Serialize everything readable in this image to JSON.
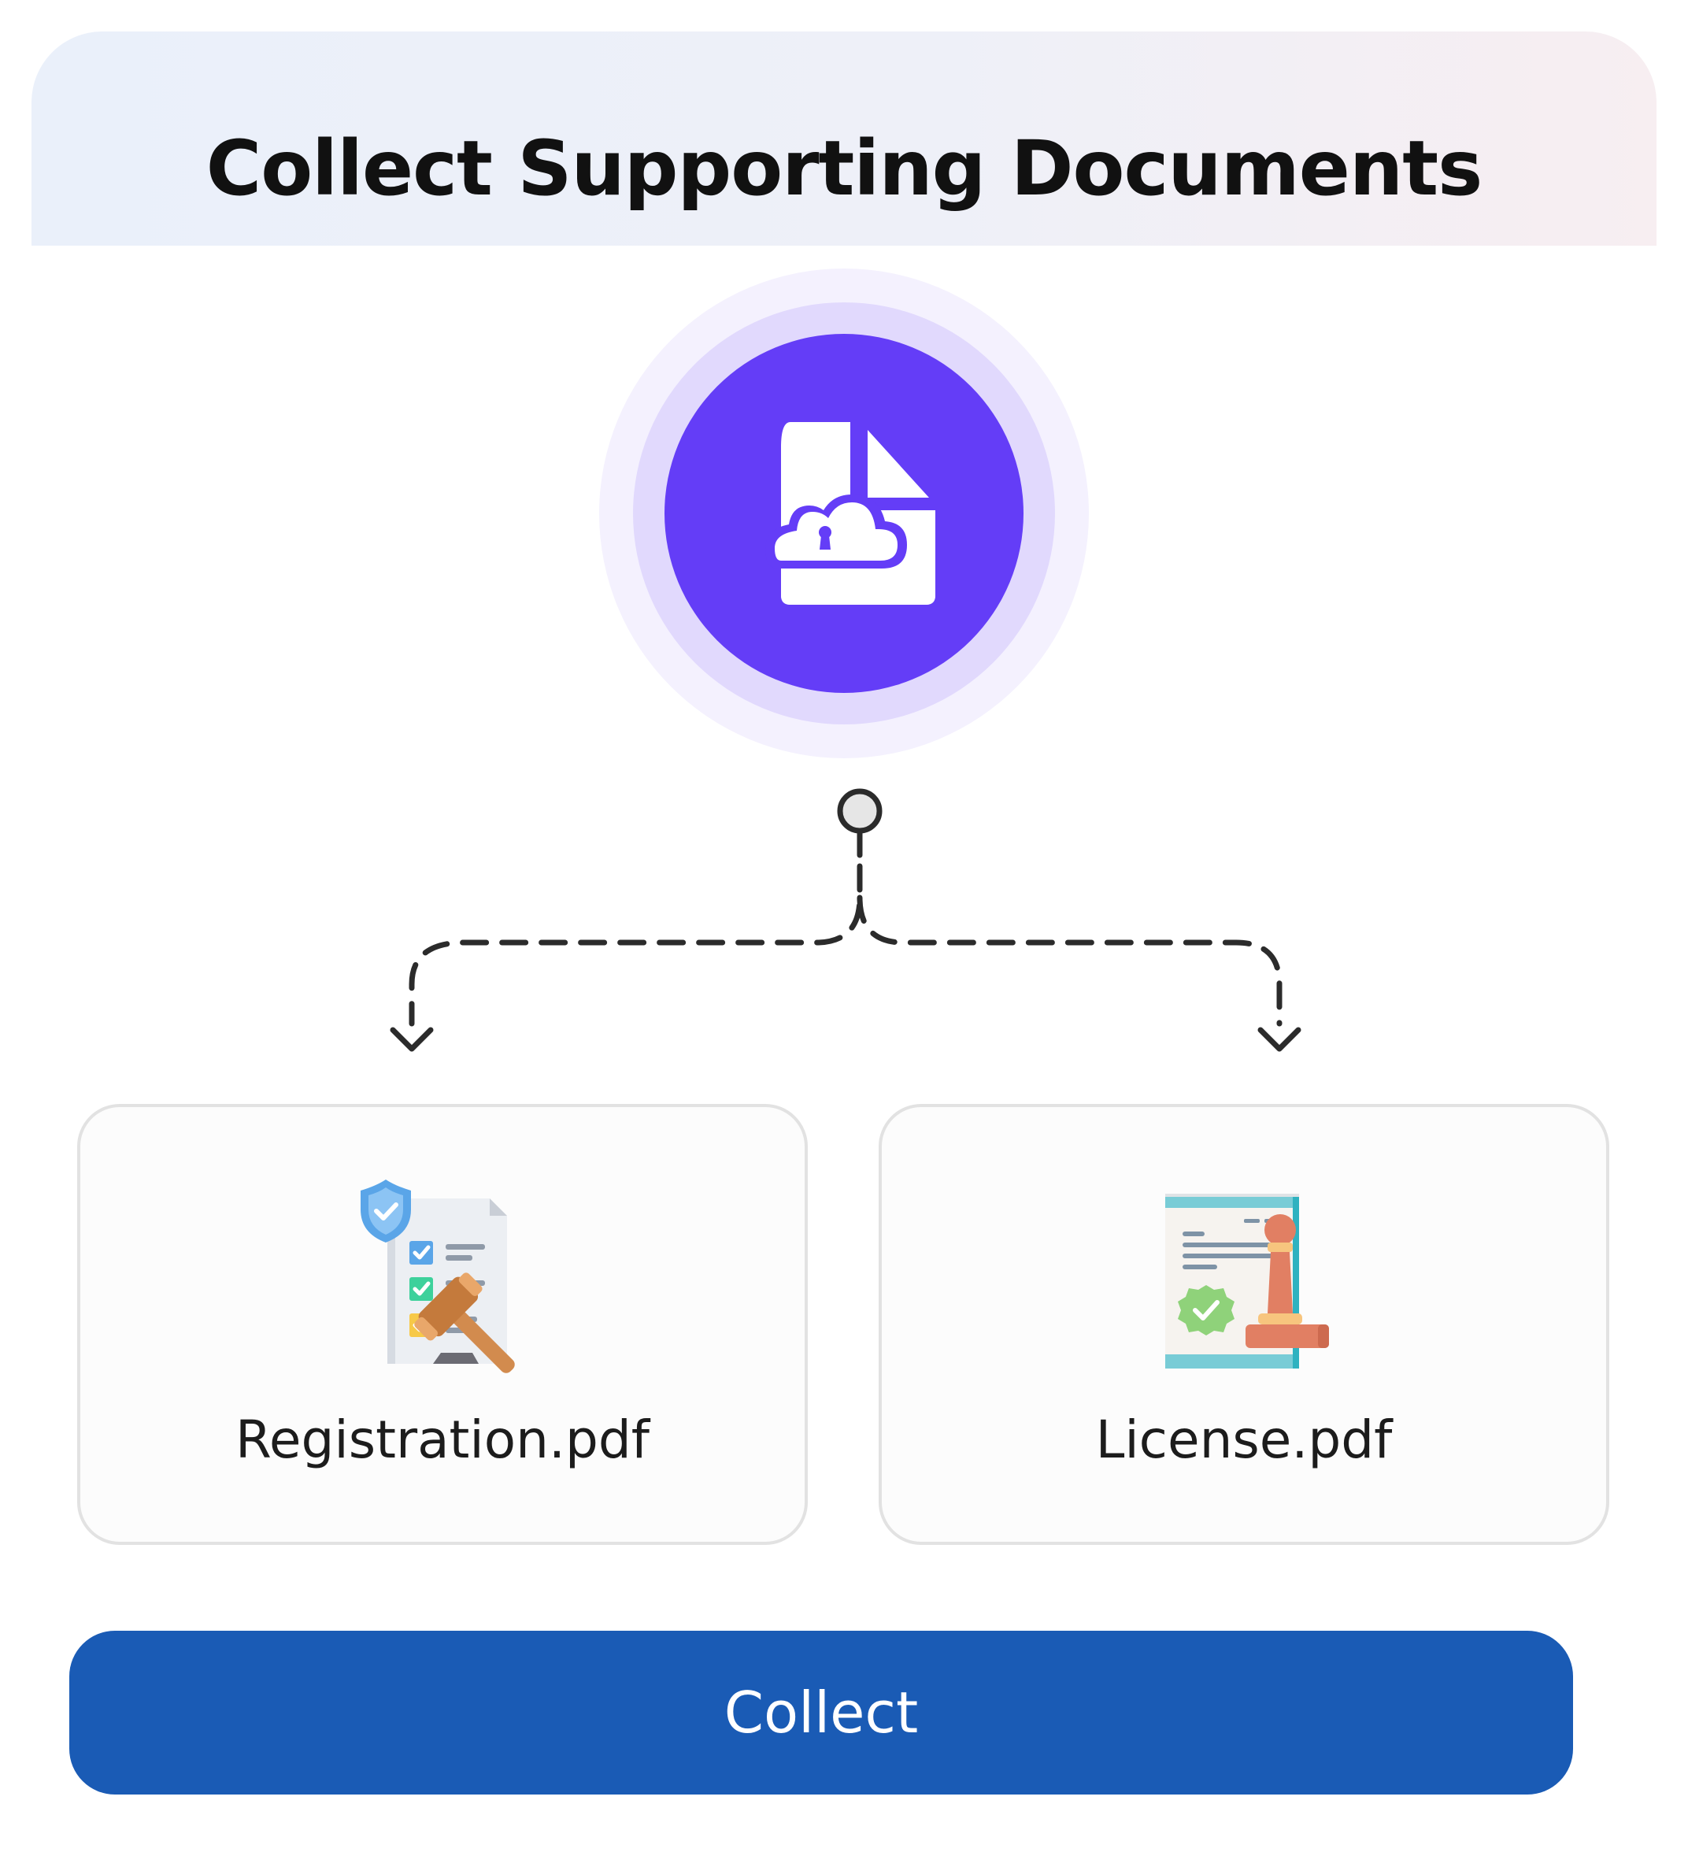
{
  "header": {
    "title": "Collect Supporting Documents"
  },
  "hero": {
    "icon": "cloud-lock-document-icon",
    "accent_color": "#643df7",
    "ring_inner_color": "#e1d9fd",
    "ring_outer_color": "#f4f1fe"
  },
  "connector": {
    "icon": "branch-arrows-icon",
    "color": "#2b2b2b"
  },
  "documents": [
    {
      "name": "Registration.pdf",
      "icon": "legal-checklist-gavel-icon"
    },
    {
      "name": "License.pdf",
      "icon": "certificate-stamp-icon"
    }
  ],
  "actions": {
    "collect_label": "Collect",
    "button_color": "#1a5bb5"
  }
}
